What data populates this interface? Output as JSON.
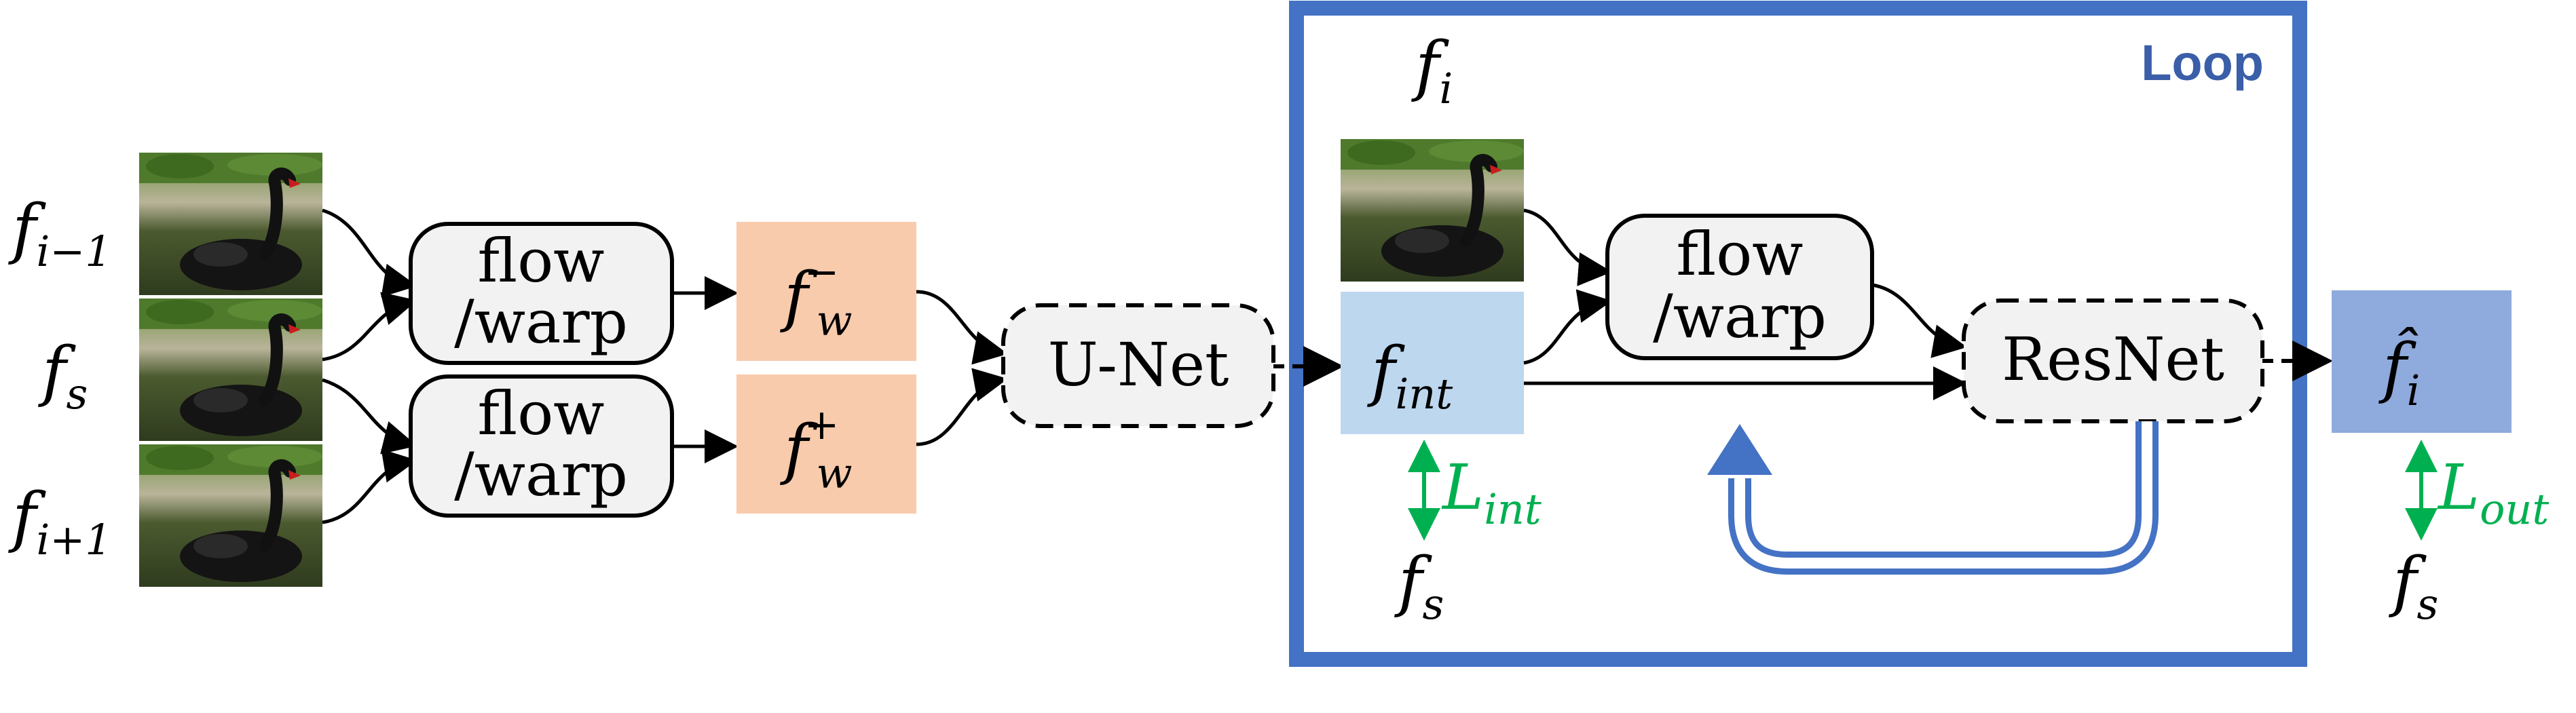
{
  "loop_label": "Loop",
  "inputs": {
    "prev": {
      "base": "f",
      "sub": "i−1"
    },
    "cur": {
      "base": "f",
      "sub": "s"
    },
    "next": {
      "base": "f",
      "sub": "i+1"
    }
  },
  "flow_warp_1": {
    "line1": "flow",
    "line2": "/warp"
  },
  "flow_warp_2": {
    "line1": "flow",
    "line2": "/warp"
  },
  "flow_warp_3": {
    "line1": "flow",
    "line2": "/warp"
  },
  "fw_minus": {
    "base": "f",
    "sub": "w",
    "sup": "−"
  },
  "fw_plus": {
    "base": "f",
    "sub": "w",
    "sup": "+"
  },
  "unet_label": "U-Net",
  "resnet_label": "ResNet",
  "fi_top": {
    "base": "f",
    "sub": "i"
  },
  "f_int": {
    "base": "f",
    "sub": "int"
  },
  "f_hat": {
    "base": "f̂",
    "sub": "i"
  },
  "loss_int": {
    "base": "L",
    "sub": "int"
  },
  "loss_out": {
    "base": "L",
    "sub": "out"
  },
  "fs_bottom_1": {
    "base": "f",
    "sub": "s"
  },
  "fs_bottom_2": {
    "base": "f",
    "sub": "s"
  },
  "colors": {
    "loop_border": "#4472c4",
    "loop_text": "#3a5ea8",
    "fw_fill": "#f8cbad",
    "fint_fill": "#bdd7ee",
    "fhat_fill": "#8faadc",
    "node_fill": "#f2f2f2",
    "loss_green": "#00b050",
    "feedback_blue": "#4472c4"
  },
  "icons": [
    "swan-image"
  ]
}
